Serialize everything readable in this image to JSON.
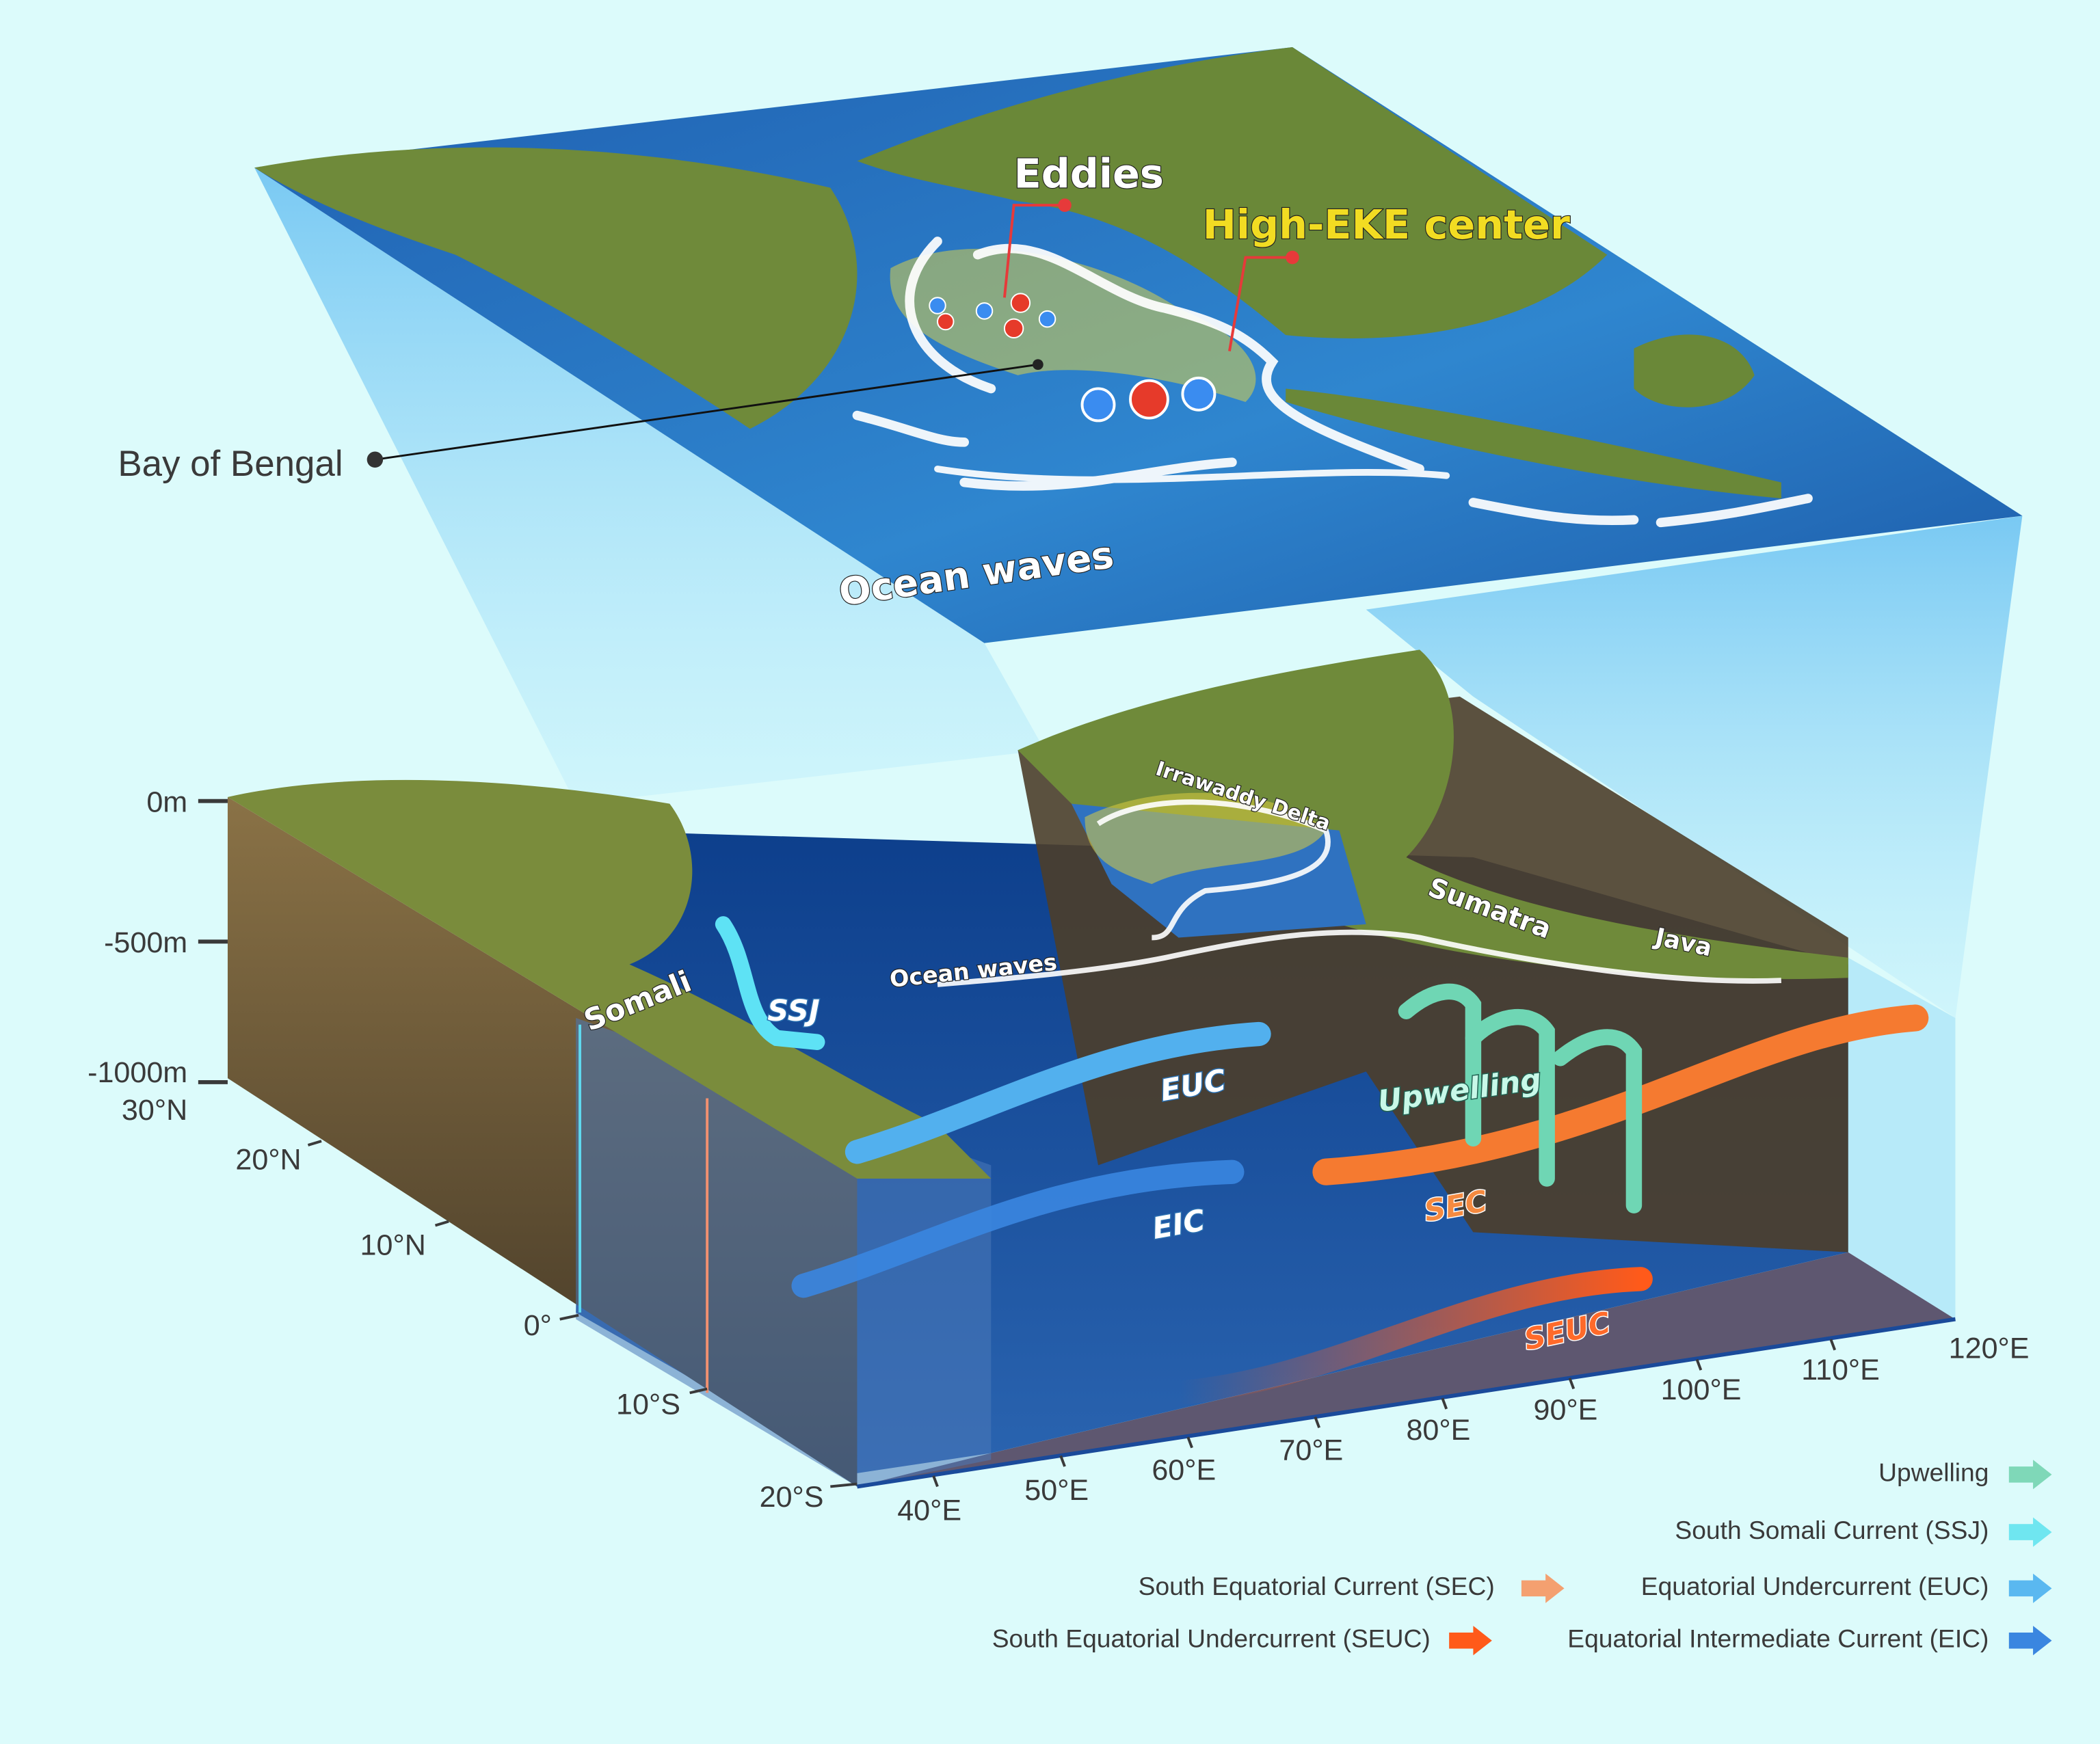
{
  "top_map": {
    "labels": {
      "eddies": "Eddies",
      "high_eke": "High-EKE center",
      "bay_of_bengal": "Bay of Bengal",
      "ocean_waves": "Ocean waves"
    }
  },
  "block": {
    "labels": {
      "irrawaddy": "Irrawaddy Delta",
      "sumatra": "Sumatra",
      "java": "Java",
      "somali": "Somali",
      "ocean_waves": "Ocean waves"
    },
    "currents": {
      "ssj": "SSJ",
      "euc": "EUC",
      "eic": "EIC",
      "upwelling": "Upwelling",
      "sec": "SEC",
      "seuc": "SEUC"
    },
    "depth_ticks": [
      "0m",
      "-500m",
      "-1000m"
    ],
    "lat_ticks": [
      "30°N",
      "20°N",
      "10°N",
      "0°",
      "10°S",
      "20°S"
    ],
    "lon_ticks": [
      "40°E",
      "50°E",
      "60°E",
      "70°E",
      "80°E",
      "90°E",
      "100°E",
      "110°E",
      "120°E"
    ]
  },
  "legend": [
    {
      "label": "Upwelling",
      "color": "#7fd8b8"
    },
    {
      "label": "South Somali Current (SSJ)",
      "color": "#6fe6f0"
    },
    {
      "label": "South Equatorial Current (SEC)",
      "color": "#f4a070"
    },
    {
      "label": "Equatorial Undercurrent (EUC)",
      "color": "#5ab8f0"
    },
    {
      "label": "South Equatorial Undercurrent (SEUC)",
      "color": "#ff5a1a"
    },
    {
      "label": "Equatorial Intermediate Current (EIC)",
      "color": "#3a86e0"
    }
  ],
  "colors": {
    "background": "#dcfbfb",
    "ocean": "#2a6fc0",
    "land": "#6f8a3a",
    "seabed": "#5e5770",
    "high_eke": "#f0d820"
  }
}
